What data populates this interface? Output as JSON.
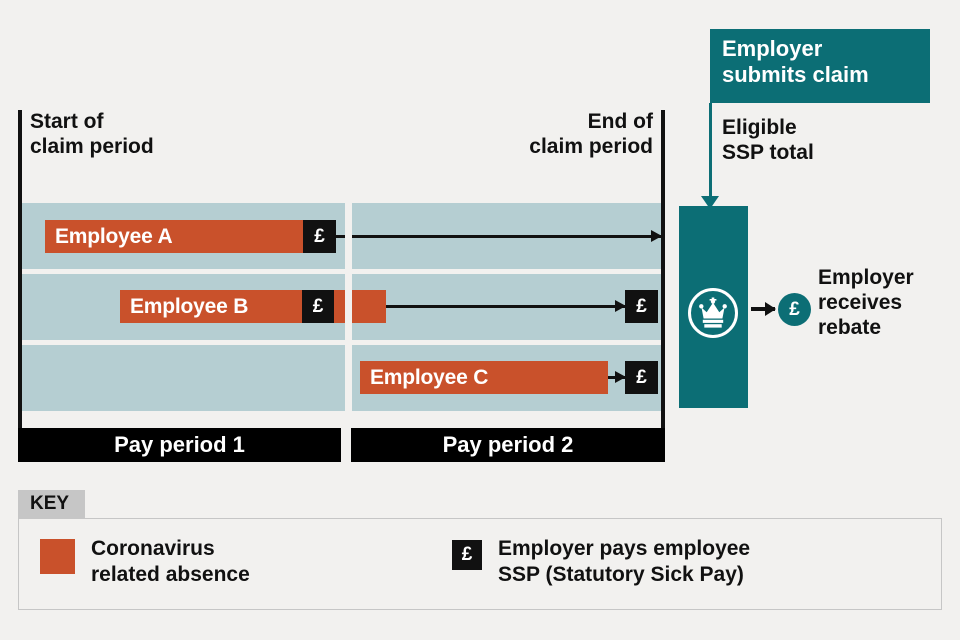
{
  "colors": {
    "background": "#f2f1ef",
    "absence_orange": "#c9512b",
    "band_blue": "#b5ced2",
    "teal": "#0c6e75",
    "black": "#111111",
    "key_tab_grey": "#c6c6c6"
  },
  "timeline": {
    "start_label": "Start of\nclaim period",
    "end_label": "End of\nclaim period",
    "pound_symbol": "£",
    "employees": [
      {
        "name": "Employee A",
        "absence_periods": [
          "Pay period 1"
        ],
        "ssp_payments": 1
      },
      {
        "name": "Employee B",
        "absence_periods": [
          "Pay period 1",
          "Pay period 2"
        ],
        "ssp_payments": 2
      },
      {
        "name": "Employee C",
        "absence_periods": [
          "Pay period 2"
        ],
        "ssp_payments": 1
      }
    ],
    "pay_periods": [
      {
        "label": "Pay period 1"
      },
      {
        "label": "Pay period 2"
      }
    ]
  },
  "claim": {
    "submit_banner": "Employer\nsubmits claim",
    "flow_label": "Eligible\nSSP total",
    "rebate_label": "Employer\nreceives\nrebate",
    "crown_icon": "hmrc-crown-icon",
    "coin_symbol": "£"
  },
  "key": {
    "title": "KEY",
    "items": [
      {
        "swatch": "orange-square",
        "text": "Coronavirus\nrelated absence"
      },
      {
        "swatch": "black-pound-square",
        "symbol": "£",
        "text": "Employer pays employee\nSSP (Statutory Sick Pay)"
      }
    ]
  }
}
